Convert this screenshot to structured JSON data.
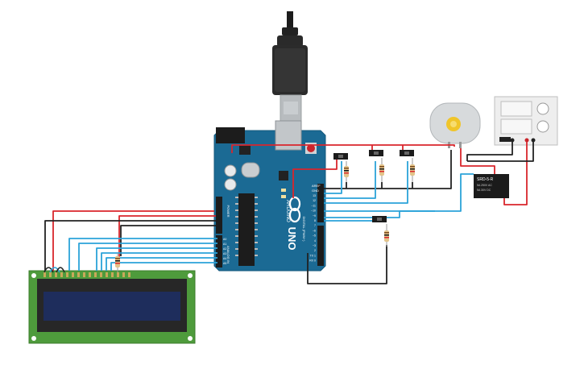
{
  "arduino": {
    "brand": "ARDUINO",
    "model": "UNO",
    "aref": "AREF",
    "gnd": "GND",
    "power": "POWER",
    "analog_in": "ANALOG IN",
    "digital_label": "DIGITAL (PWM~)",
    "power_pins": [
      "IOREF",
      "RESET",
      "3.3V",
      "5V",
      "GND",
      "GND",
      "Vin"
    ],
    "analog_pins": [
      "A0",
      "A1",
      "A2",
      "A3",
      "A4",
      "A5"
    ],
    "digital_pins": [
      "13",
      "12",
      "~11",
      "~10",
      "~9",
      "8",
      "7",
      "~6",
      "~5",
      "4",
      "~3",
      "2",
      "TX 1",
      "RX 0"
    ]
  },
  "relay": {
    "line1": "SRD-5-R",
    "line2": "5A 250V AC",
    "line3": "5A 30V DC"
  },
  "colors": {
    "wire_red": "#d9262c",
    "wire_black": "#222222",
    "wire_blue": "#2ba3d9",
    "board_blue": "#1b6a94",
    "lcd_green": "#4e9b3c",
    "lcd_screen": "#1e2d5c"
  }
}
